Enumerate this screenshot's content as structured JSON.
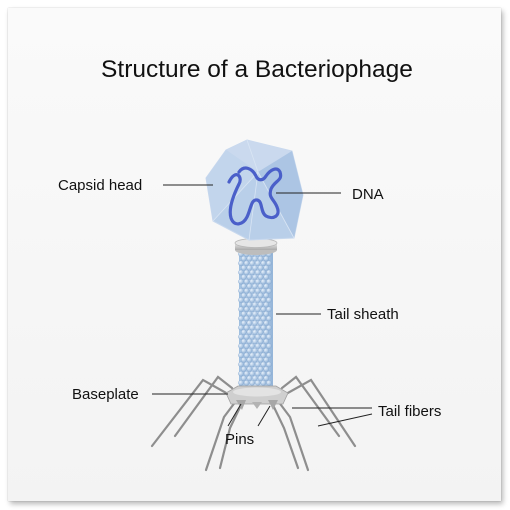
{
  "title": "Structure of a Bacteriophage",
  "labels": {
    "capsid_head": "Capsid head",
    "dna": "DNA",
    "tail_sheath": "Tail sheath",
    "baseplate": "Baseplate",
    "tail_fibers": "Tail fibers",
    "pins": "Pins"
  },
  "colors": {
    "capsid": "#b6cde8",
    "dna": "#4a5fc9",
    "sheath": "#a9c6e4",
    "collar": "#d6d6d6",
    "fibers": "#8c8c8c"
  }
}
